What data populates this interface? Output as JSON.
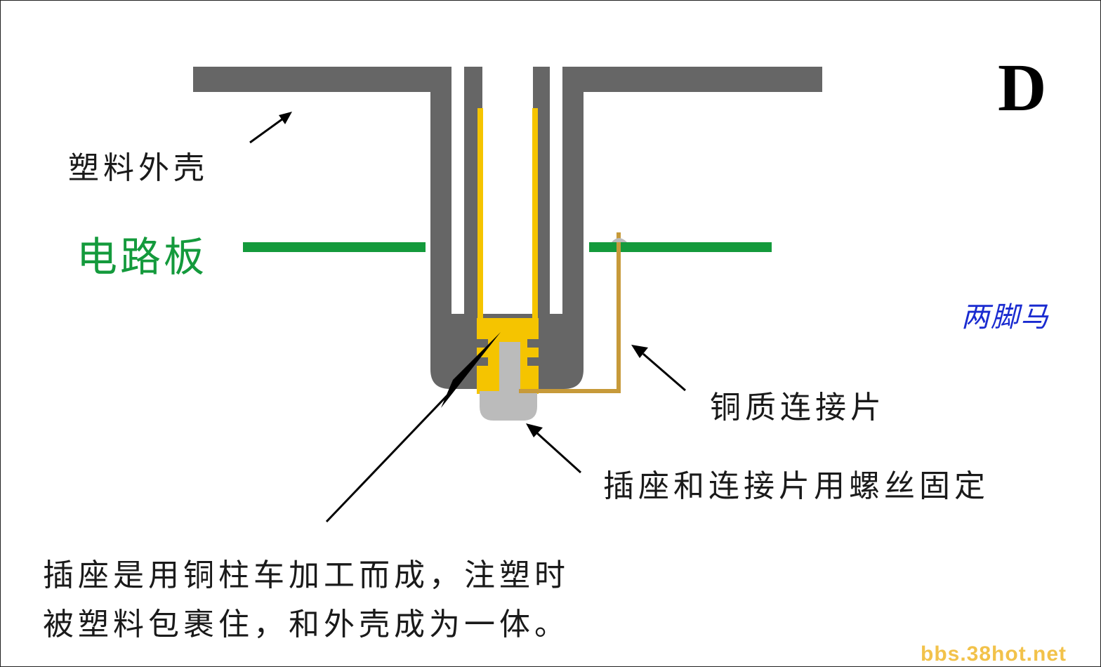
{
  "panel_letter": "D",
  "labels": {
    "housing": "塑料外壳",
    "pcb": "电路板",
    "copper_strip": "铜质连接片",
    "screw_fix": "插座和连接片用螺丝固定",
    "note_line1": "插座是用铜柱车加工而成，注塑时",
    "note_line2": "被塑料包裹住，和外壳成为一体。"
  },
  "signature": "两脚马",
  "watermark": "bbs.38hot.net",
  "colors": {
    "housing": "#666666",
    "pcb": "#149a3c",
    "socket": "#f5c400",
    "copper_strip": "#c79a3a",
    "screw": "#bbbbbb",
    "signature": "#1a2bd0",
    "watermark": "#f2c24a"
  }
}
